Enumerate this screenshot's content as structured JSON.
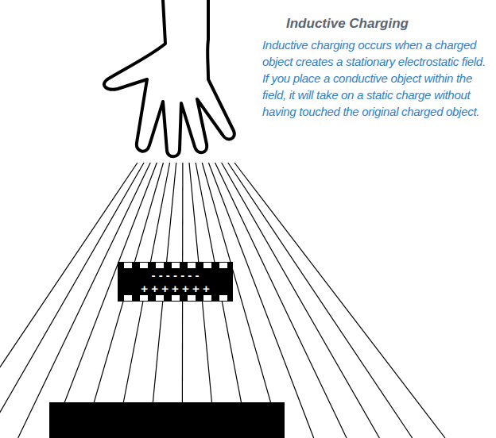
{
  "diagram": {
    "title": "Inductive Charging",
    "labels": [
      "Inductive charging occurs when a charged object creates a stationary electrostatic field. If you place a conductive object within the field, it will take on a static charge without having touched the original charged object.",
      "- - - - - - -",
      "+ + + + + + +"
    ]
  }
}
